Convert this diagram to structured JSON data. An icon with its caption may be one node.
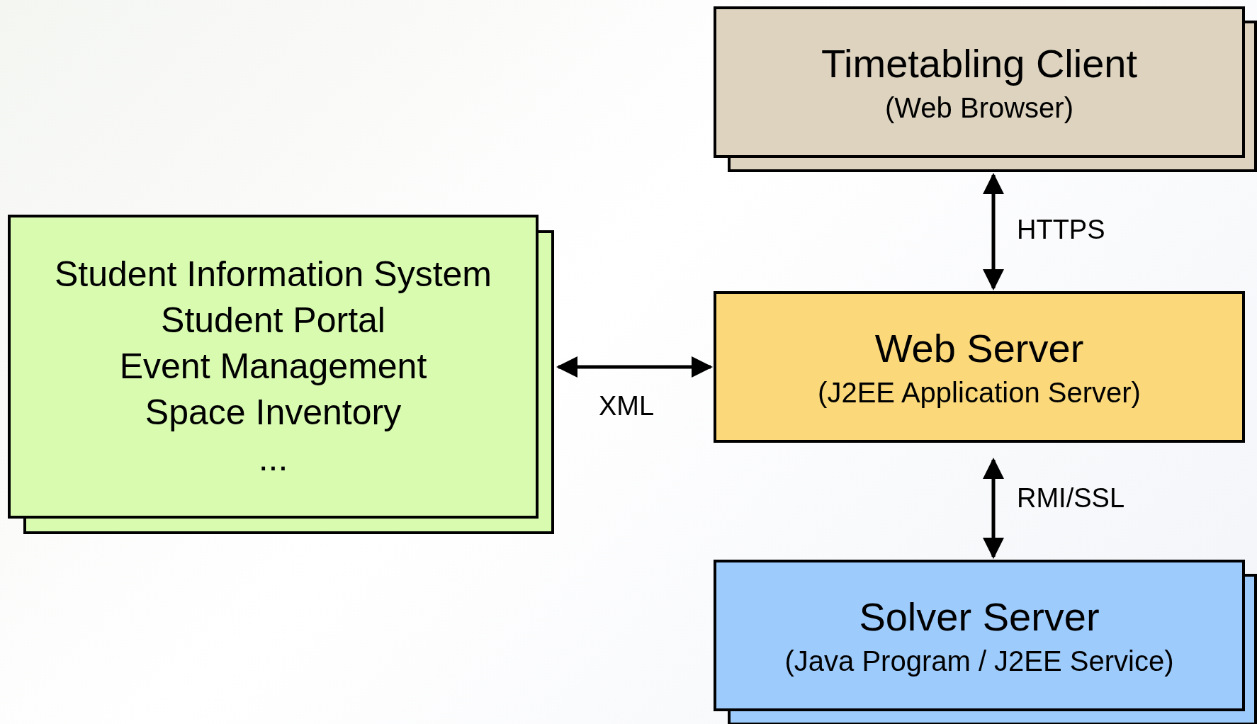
{
  "diagram": {
    "nodes": [
      {
        "text": [
          "Timetabling Client",
          "(Web Browser)"
        ]
      },
      {
        "text": [
          "Student Information System",
          "Student Portal",
          "Event Management",
          "Space Inventory",
          "..."
        ]
      },
      {
        "text": [
          "Web Server",
          "(J2EE Application Server)"
        ]
      },
      {
        "text": [
          "Solver Server",
          "(Java Program / J2EE Service)"
        ]
      }
    ],
    "edges": [
      {
        "from": 0,
        "to": 2,
        "arrow": "both",
        "label": "HTTPS"
      },
      {
        "from": 1,
        "to": 2,
        "arrow": "both",
        "label": "XML"
      },
      {
        "from": 2,
        "to": 3,
        "arrow": "both",
        "label": "RMI/SSL"
      }
    ]
  }
}
